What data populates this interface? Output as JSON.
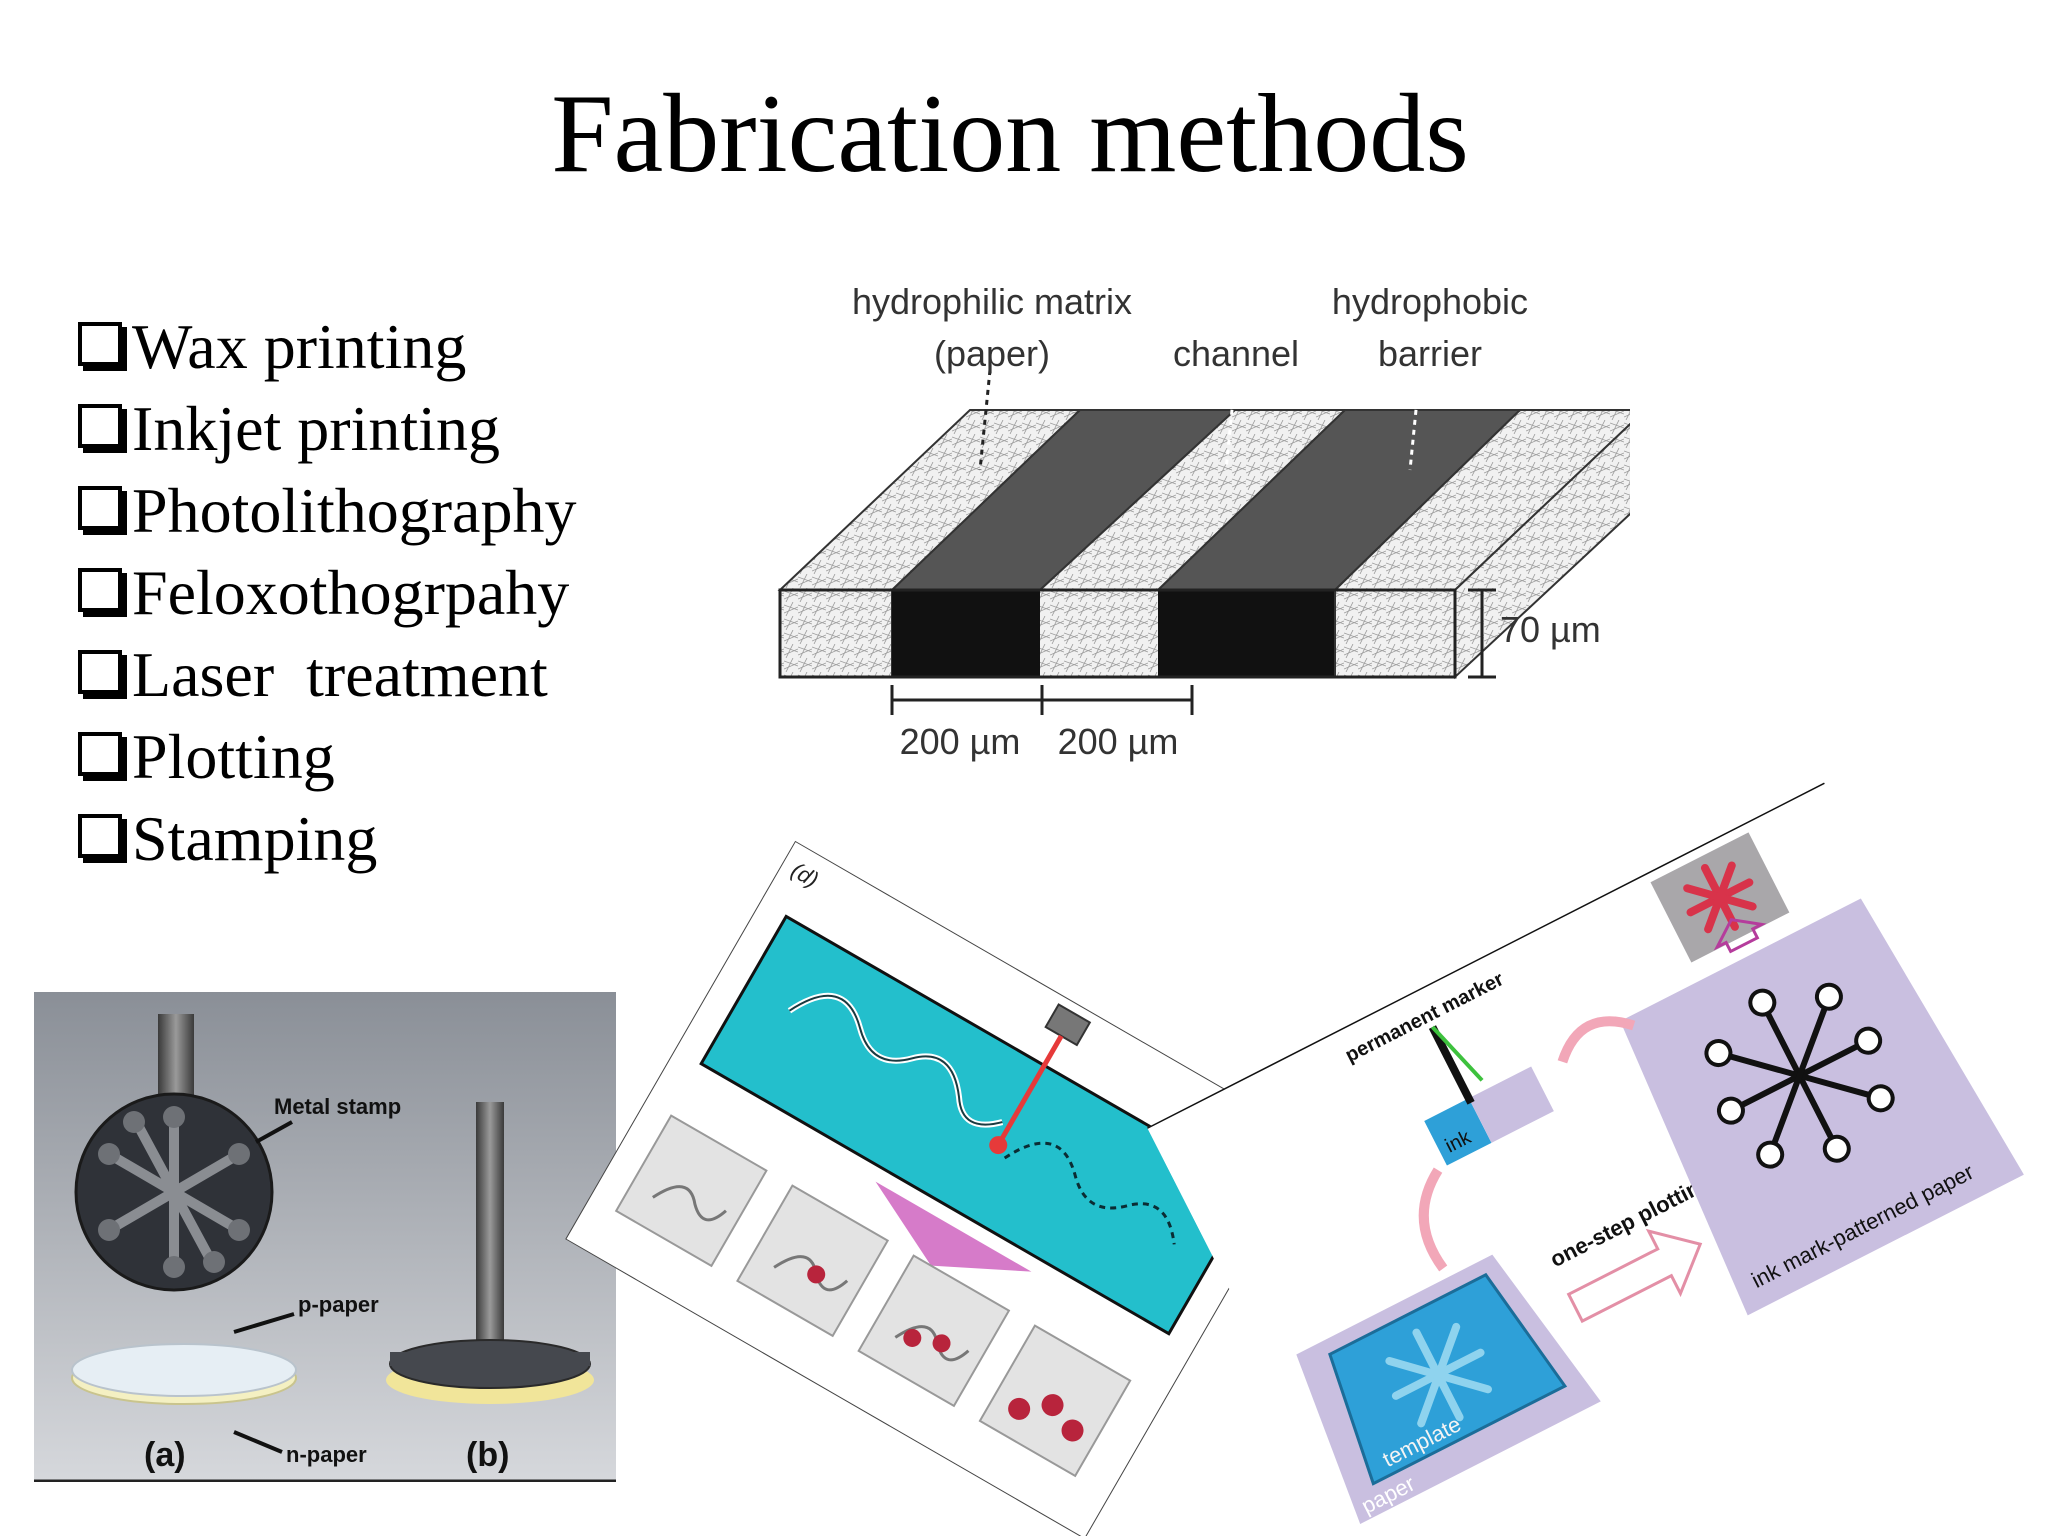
{
  "slide": {
    "title": "Fabrication methods",
    "bullets": [
      "Wax printing",
      "Inkjet printing",
      "Photolithography",
      "Feloxothogrpahy",
      "Laser  treatment",
      "Plotting",
      "Stamping"
    ]
  },
  "channel_figure": {
    "label_matrix_line1": "hydrophilic matrix",
    "label_matrix_line2": "(paper)",
    "label_channel": "channel",
    "label_barrier_line1": "hydrophobic",
    "label_barrier_line2": "barrier",
    "thickness": "70 µm",
    "width_1": "200 µm",
    "width_2": "200 µm"
  },
  "stamp_figure": {
    "label_stamp": "Metal stamp",
    "label_p_paper": "p-paper",
    "label_n_paper": "n-paper",
    "panel_a": "(a)",
    "panel_b": "(b)"
  },
  "laser_figure": {
    "panel_label": "(d)",
    "colors": {
      "paper": "#23bfcc",
      "laser": "#e63a3a",
      "dot": "#b8243c"
    }
  },
  "plot_figure": {
    "label_marker": "permanent marker",
    "label_ink": "ink",
    "label_plotting": "one-step plotting",
    "label_patterned": "ink mark-patterned paper",
    "label_template": "template",
    "label_paper": "paper",
    "colors": {
      "lavender": "#c9bfe0",
      "blue": "#2ea0d8",
      "red": "#d8334a"
    }
  }
}
